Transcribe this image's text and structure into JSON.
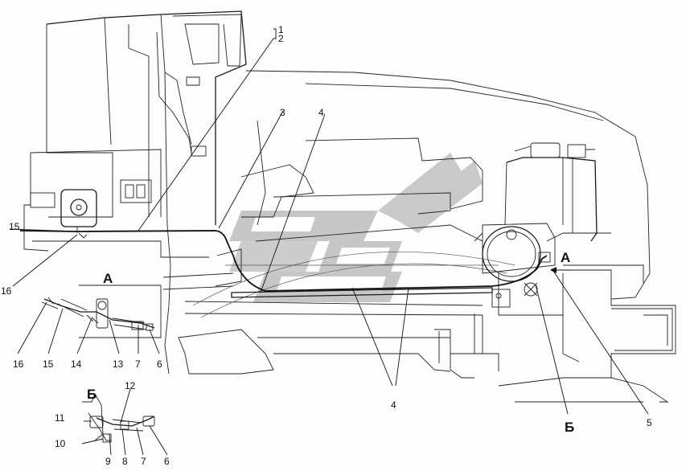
{
  "callouts": {
    "c1": "1",
    "c2": "2",
    "c3": "3",
    "c4_top": "4",
    "c4_bottom": "4",
    "c5": "5",
    "c15_main": "15",
    "c16_main": "16",
    "a_c16": "16",
    "a_c15": "15",
    "a_c14": "14",
    "a_c13": "13",
    "a_c7": "7",
    "a_c6": "6",
    "b_c12": "12",
    "b_c11": "11",
    "b_c10": "10",
    "b_c9": "9",
    "b_c8": "8",
    "b_c7": "7",
    "b_c6": "6"
  },
  "views": {
    "view_a_title": "А",
    "view_b_title": "Б",
    "view_a_marker": "А",
    "view_b_marker": "Б"
  },
  "colors": {
    "line": "#1a1a1a",
    "watermark": "#9a9a9a",
    "background": "#fdfdfd"
  }
}
